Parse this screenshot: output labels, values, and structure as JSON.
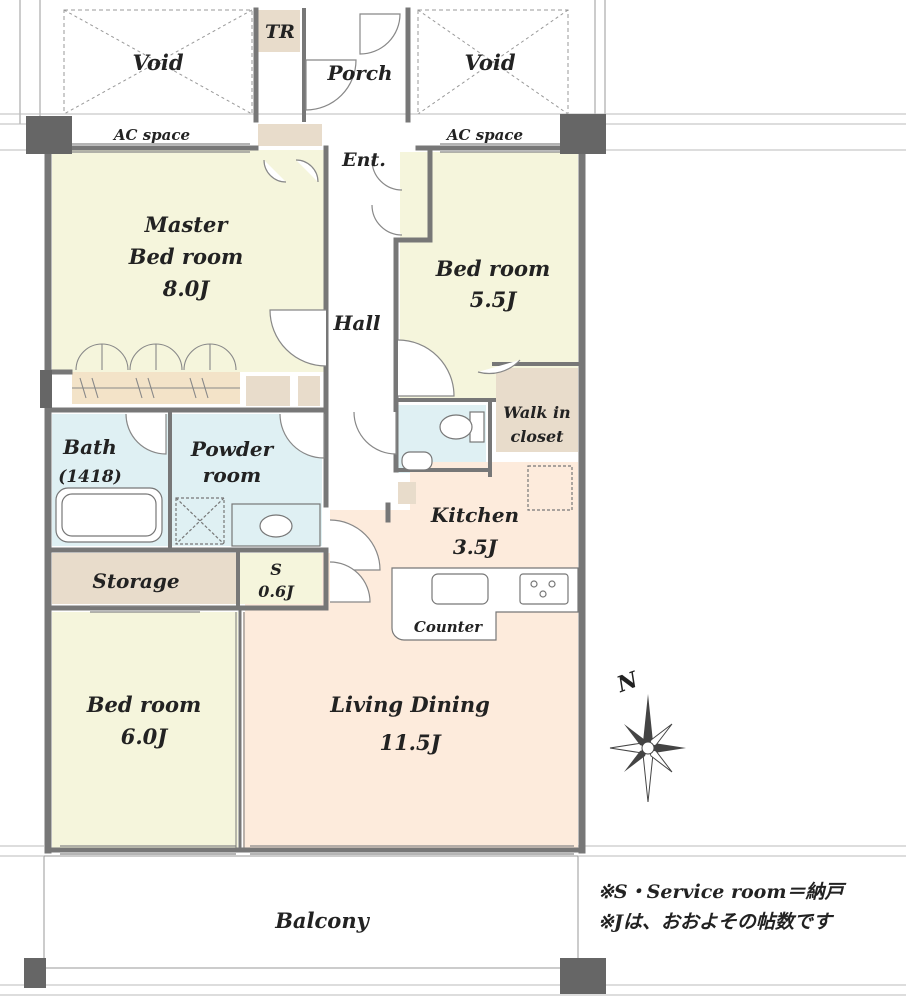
{
  "rooms": {
    "void_left": "Void",
    "void_right": "Void",
    "tr": "TR",
    "porch": "Porch",
    "ac_left": "AC space",
    "ac_right": "AC space",
    "entrance": "Ent.",
    "master_1": "Master",
    "master_2": "Bed room",
    "master_size": "8.0J",
    "hall": "Hall",
    "bed2_name": "Bed room",
    "bed2_size": "5.5J",
    "walkin_1": "Walk in",
    "walkin_2": "closet",
    "bath_name": "Bath",
    "bath_size": "(1418)",
    "powder_1": "Powder",
    "powder_2": "room",
    "kitchen_name": "Kitchen",
    "kitchen_size": "3.5J",
    "storage": "Storage",
    "service_name": "S",
    "service_size": "0.6J",
    "counter": "Counter",
    "bed3_name": "Bed room",
    "bed3_size": "6.0J",
    "living_name": "Living Dining",
    "living_size": "11.5J",
    "balcony": "Balcony"
  },
  "compass": {
    "north": "N"
  },
  "notes": {
    "service": "※S・Service room＝納戸",
    "jou": "※Jは、おおよその帖数です"
  },
  "colors": {
    "room_fill": "#f5f5dc",
    "wet_fill": "#dff0f3",
    "kitchen_fill": "#fdebdc",
    "storage_fill": "#e8dccb",
    "wall": "#777777",
    "column": "#666666"
  }
}
